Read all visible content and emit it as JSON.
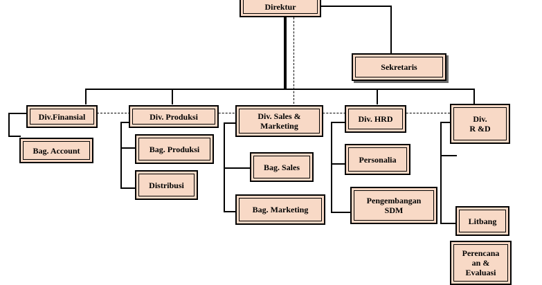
{
  "org": {
    "direktur": "Direktur",
    "sekretaris": "Sekretaris",
    "divisions": {
      "finansial": {
        "title": "Div.Finansial",
        "units": [
          "Bag. Account"
        ]
      },
      "produksi": {
        "title": "Div. Produksi",
        "units": [
          "Bag. Produksi",
          "Distribusi"
        ]
      },
      "sales": {
        "title": "Div. Sales &\nMarketing",
        "units": [
          "Bag. Sales",
          "Bag. Marketing"
        ]
      },
      "hrd": {
        "title": "Div. HRD",
        "units": [
          "Personalia",
          "Pengembangan\nSDM"
        ]
      },
      "rnd": {
        "title": "Div.\nR &D",
        "units": [
          "Litbang",
          "Perencana\nan &\nEvaluasi"
        ]
      }
    }
  }
}
